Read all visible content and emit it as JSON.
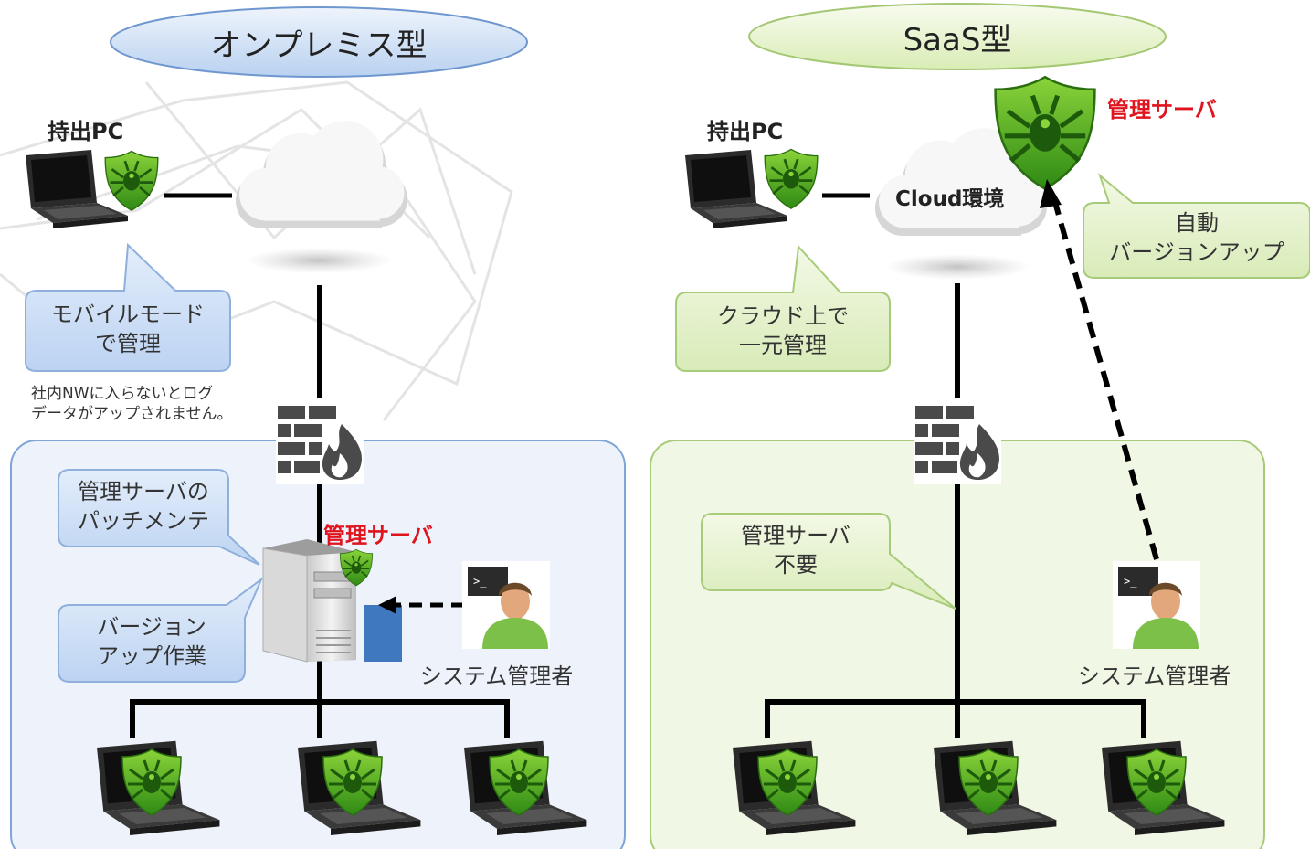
{
  "colors": {
    "blue_panel": "#eef3fb",
    "blue_border": "#7fa4d6",
    "blue_callout": "#c9dbf5",
    "green_panel": "#f1f7e5",
    "green_border": "#a7cb79",
    "green_callout": "#e3f1c8",
    "shield_green": "#49a81f",
    "server_red": "#e0141e",
    "line": "#000000"
  },
  "onprem": {
    "title": "オンプレミス型",
    "mobile_pc_label": "持出PC",
    "callout_mobile_line1": "モバイルモード",
    "callout_mobile_line2": "で管理",
    "note_line1": "社内NWに入らないとログ",
    "note_line2": "データがアップされません。",
    "callout_patch_line1": "管理サーバの",
    "callout_patch_line2": "パッチメンテ",
    "callout_version_line1": "バージョン",
    "callout_version_line2": "アップ作業",
    "server_label": "管理サーバ",
    "admin_label": "システム管理者"
  },
  "saas": {
    "title": "SaaS型",
    "mobile_pc_label": "持出PC",
    "cloud_label": "Cloud環境",
    "server_label": "管理サーバ",
    "callout_auto_line1": "自動",
    "callout_auto_line2": "バージョンアップ",
    "callout_cloud_line1": "クラウド上で",
    "callout_cloud_line2": "一元管理",
    "callout_noserver_line1": "管理サーバ",
    "callout_noserver_line2": "不要",
    "admin_label": "システム管理者"
  },
  "icons": [
    "laptop-icon",
    "shield-icon",
    "cloud-icon",
    "firewall-icon",
    "server-icon",
    "admin-icon",
    "document-icon"
  ]
}
